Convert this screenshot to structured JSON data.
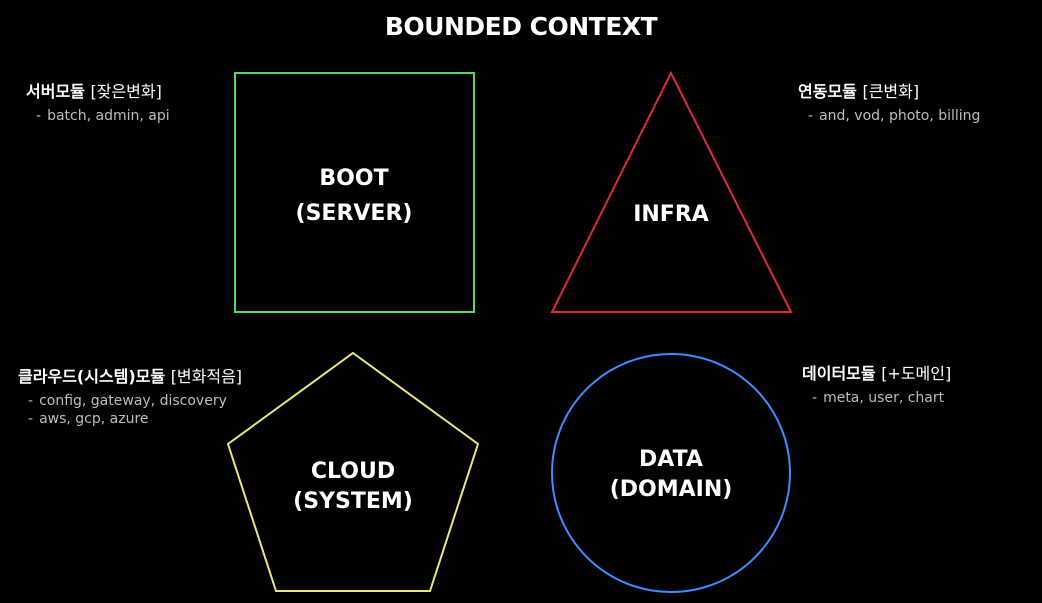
{
  "title": "BOUNDED CONTEXT",
  "notes": {
    "server": {
      "title": "서버모듈",
      "tag": "[잦은변화]",
      "items": [
        "batch, admin, api"
      ]
    },
    "integration": {
      "title": "연동모듈",
      "tag": "[큰변화]",
      "items": [
        "and, vod, photo, billing"
      ]
    },
    "cloud": {
      "title": "클라우드(시스템)모듈",
      "tag": "[변화적음]",
      "items": [
        "config, gateway, discovery",
        "aws, gcp, azure"
      ]
    },
    "data": {
      "title": "데이터모듈",
      "tag": "[+도메인]",
      "items": [
        "meta, user, chart"
      ]
    }
  },
  "shapes": {
    "boot": {
      "line1": "BOOT",
      "line2": "(SERVER)",
      "color": "#5cd65c",
      "shape": "square"
    },
    "infra": {
      "line1": "INFRA",
      "color": "#e0283a",
      "shape": "triangle"
    },
    "cloud": {
      "line1": "CLOUD",
      "line2": "(SYSTEM)",
      "color": "#e8e87a",
      "shape": "pentagon"
    },
    "data": {
      "line1": "DATA",
      "line2": "(DOMAIN)",
      "color": "#3f8cff",
      "shape": "circle"
    }
  }
}
